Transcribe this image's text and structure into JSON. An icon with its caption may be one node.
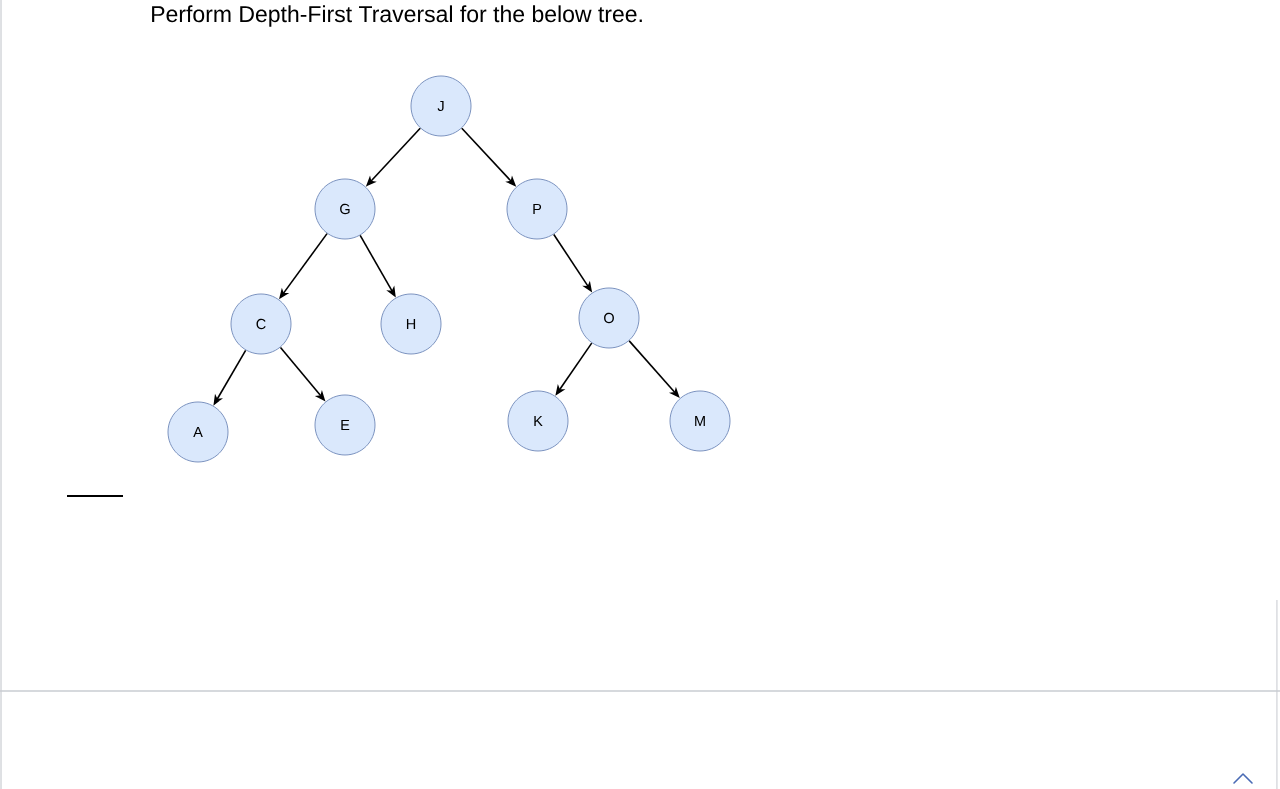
{
  "diagram": {
    "title": "Perform Depth-First Traversal for the below tree.",
    "nodes": [
      {
        "text": [
          "J"
        ]
      },
      {
        "text": [
          "G"
        ]
      },
      {
        "text": [
          "P"
        ]
      },
      {
        "text": [
          "C"
        ]
      },
      {
        "text": [
          "H"
        ]
      },
      {
        "text": [
          "O"
        ]
      },
      {
        "text": [
          "A"
        ]
      },
      {
        "text": [
          "E"
        ]
      },
      {
        "text": [
          "K"
        ]
      },
      {
        "text": [
          "M"
        ]
      }
    ],
    "edges": [
      {
        "from": 0,
        "to": 1,
        "arrow": "to"
      },
      {
        "from": 0,
        "to": 2,
        "arrow": "to"
      },
      {
        "from": 1,
        "to": 3,
        "arrow": "to"
      },
      {
        "from": 1,
        "to": 4,
        "arrow": "to"
      },
      {
        "from": 2,
        "to": 5,
        "arrow": "to"
      },
      {
        "from": 3,
        "to": 6,
        "arrow": "to"
      },
      {
        "from": 3,
        "to": 7,
        "arrow": "to"
      },
      {
        "from": 5,
        "to": 8,
        "arrow": "to"
      },
      {
        "from": 5,
        "to": 9,
        "arrow": "to"
      }
    ]
  }
}
